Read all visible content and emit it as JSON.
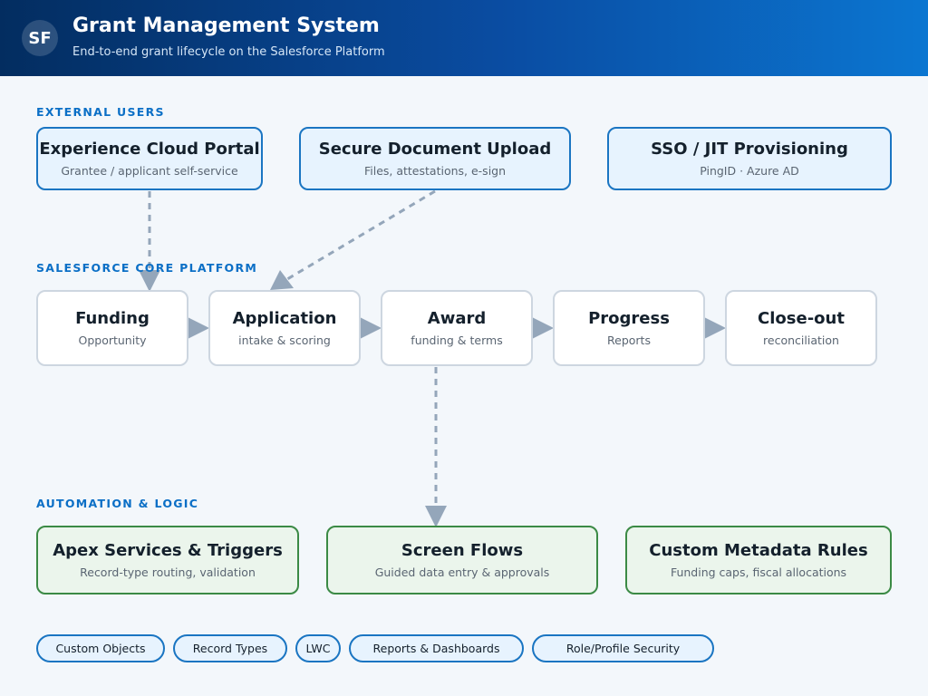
{
  "header": {
    "logo_text": "SF",
    "title": "Grant Management System",
    "subtitle": "End-to-end grant lifecycle on the Salesforce Platform"
  },
  "sections": {
    "external": "EXTERNAL USERS",
    "core": "SALESFORCE CORE PLATFORM",
    "automation": "AUTOMATION & LOGIC"
  },
  "external_users": [
    {
      "title": "Experience Cloud Portal",
      "subtitle": "Grantee / applicant self-service"
    },
    {
      "title": "Secure Document Upload",
      "subtitle": "Files, attestations, e-sign"
    },
    {
      "title": "SSO / JIT Provisioning",
      "subtitle": "PingID · Azure AD"
    }
  ],
  "core_platform": [
    {
      "title": "Funding",
      "subtitle": "Opportunity"
    },
    {
      "title": "Application",
      "subtitle": "intake & scoring"
    },
    {
      "title": "Award",
      "subtitle": "funding & terms"
    },
    {
      "title": "Progress",
      "subtitle": "Reports"
    },
    {
      "title": "Close-out",
      "subtitle": "reconciliation"
    }
  ],
  "automation": [
    {
      "title": "Apex Services & Triggers",
      "subtitle": "Record-type routing, validation"
    },
    {
      "title": "Screen Flows",
      "subtitle": "Guided data entry & approvals"
    },
    {
      "title": "Custom Metadata Rules",
      "subtitle": "Funding caps, fiscal allocations"
    }
  ],
  "tags": [
    "Custom Objects",
    "Record Types",
    "LWC",
    "Reports & Dashboards",
    "Role/Profile Security"
  ],
  "colors": {
    "header_start": "#032d60",
    "header_end": "#0b76d1",
    "external_border": "#1a75c2",
    "external_fill": "#e7f3fe",
    "automation_border": "#3b8a45",
    "automation_fill": "#ebf5ec",
    "connector": "#94a6ba"
  }
}
